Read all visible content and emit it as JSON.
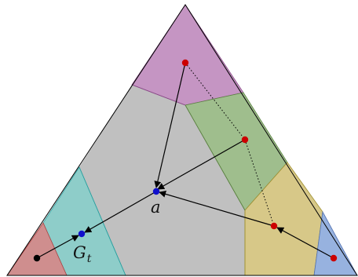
{
  "diagram": {
    "labels": {
      "a": "a",
      "g_main": "G",
      "g_sub": "t"
    },
    "colors": {
      "center_region": "#c0c0c0",
      "top_region": "#c595c3",
      "upper_right_region": "#9fbe8d",
      "lower_right_region": "#d7c888",
      "corner_right_region": "#97b2df",
      "lower_left_region": "#8ecdc9",
      "corner_left_region": "#cf8e8e",
      "red_point": "#cc0000",
      "blue_point": "#1010cc",
      "black_point": "#000000"
    }
  }
}
